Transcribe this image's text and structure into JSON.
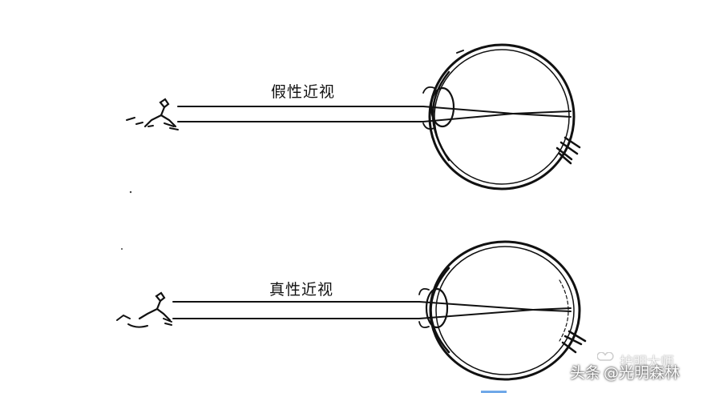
{
  "diagram": {
    "top_label": "假性近视",
    "bottom_label": "真性近视"
  },
  "watermark": {
    "line1": "护明大师",
    "line2_prefix": "头条",
    "line2_handle": "@光明森林"
  },
  "colors": {
    "ink": "#111111",
    "background": "#ffffff",
    "accent_bar": "#6fa8e8"
  }
}
